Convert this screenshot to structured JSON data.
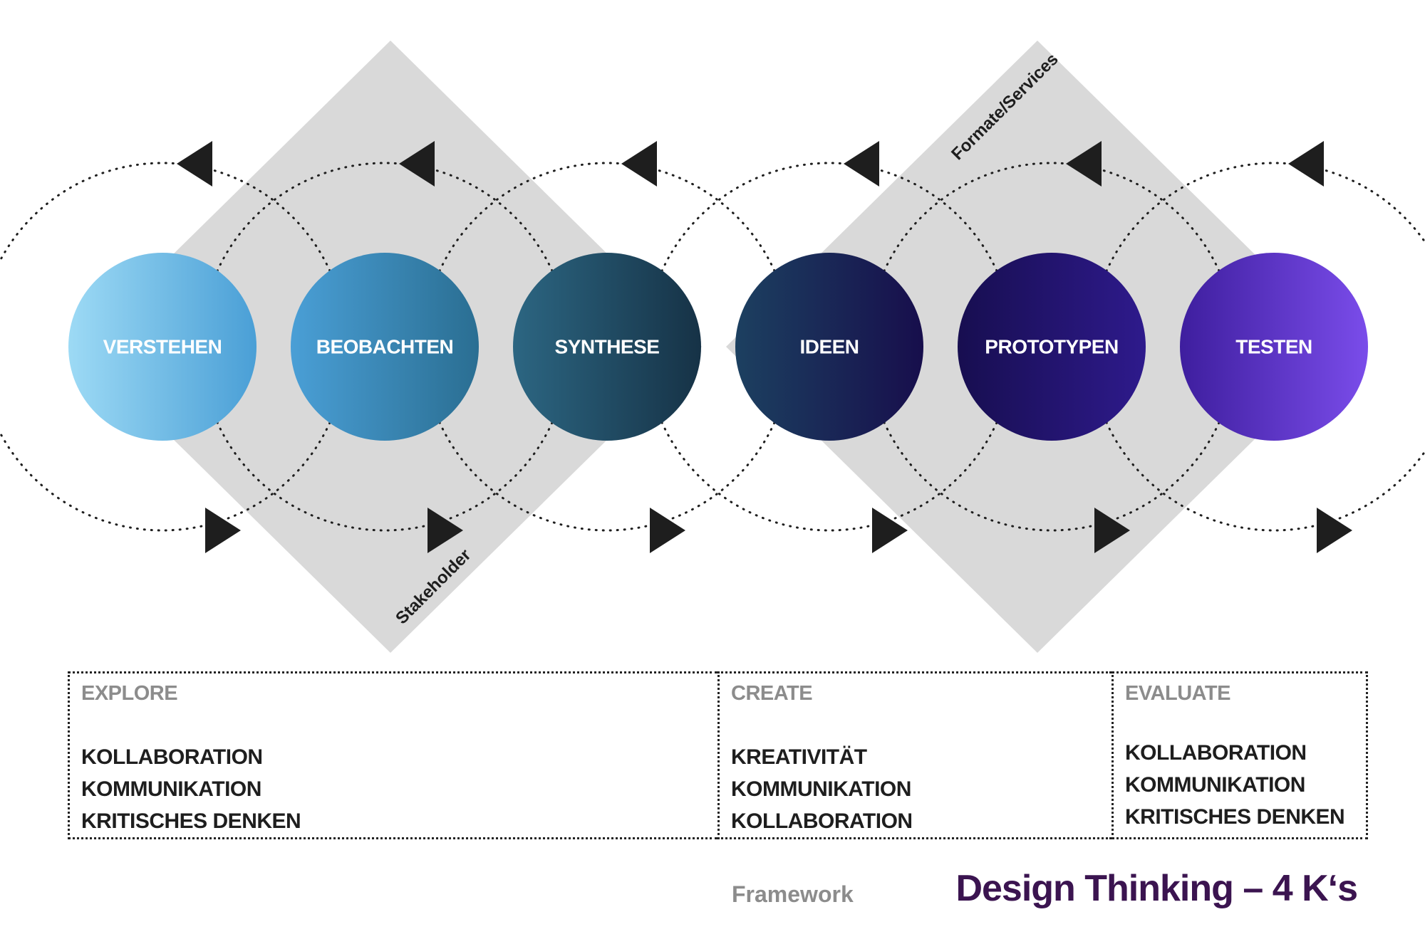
{
  "phases": [
    {
      "label": "VERSTEHEN",
      "color_from": "#9ddaf5",
      "color_to": "#4a9fd6"
    },
    {
      "label": "BEOBACHTEN",
      "color_from": "#4a9fd6",
      "color_to": "#2a6e92"
    },
    {
      "label": "SYNTHESE",
      "color_from": "#2c6682",
      "color_to": "#163246"
    },
    {
      "label": "IDEEN",
      "color_from": "#1c4060",
      "color_to": "#170e4c"
    },
    {
      "label": "PROTOTYPEN",
      "color_from": "#170e50",
      "color_to": "#2e1a8c"
    },
    {
      "label": "TESTEN",
      "color_from": "#3e1e9e",
      "color_to": "#7a4cea"
    }
  ],
  "diamonds": {
    "left_label": "Stakeholder",
    "right_label": "Formate/Services",
    "fill": "#d9d9d9"
  },
  "sections": [
    {
      "title": "EXPLORE",
      "items": [
        "KOLLABORATION",
        "KOMMUNIKATION",
        "KRITISCHES DENKEN"
      ]
    },
    {
      "title": "CREATE",
      "items": [
        "KREATIVITÄT",
        "KOMMUNIKATION",
        "KOLLABORATION"
      ]
    },
    {
      "title": "EVALUATE",
      "items": [
        "KOLLABORATION",
        "KOMMUNIKATION",
        "KRITISCHES DENKEN"
      ]
    }
  ],
  "footer": {
    "framework_label": "Framework",
    "title": "Design Thinking – 4 K‘s",
    "title_color": "#3b1450"
  }
}
